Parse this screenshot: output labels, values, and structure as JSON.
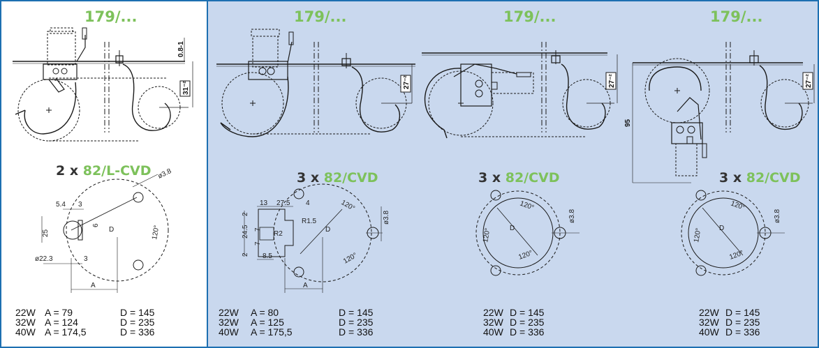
{
  "panels": [
    {
      "model": "179/...",
      "fitting_count": "2 x",
      "fitting_code": "82/L-CVD",
      "annotations": {
        "plate": "0.8-1",
        "height": "31⁻²",
        "d1": "5.4",
        "d2": "3",
        "d3": "6",
        "d4": "25",
        "d5": "ø22.3",
        "d6": "3",
        "a": "A",
        "d": "D",
        "hole": "ø3.8",
        "angle": "120°"
      },
      "rows": [
        {
          "power": "22W",
          "a": "A = 79",
          "d": "D = 145"
        },
        {
          "power": "32W",
          "a": "A = 124",
          "d": "D = 235"
        },
        {
          "power": "40W",
          "a": "A = 174,5",
          "d": "D = 336"
        }
      ]
    },
    {
      "model": "179/...",
      "fitting_count": "3 x",
      "fitting_code": "82/CVD",
      "annotations": {
        "height": "27⁻²",
        "d1": "13",
        "d2": "27.5",
        "d3": "4",
        "d4": "2",
        "d5": "24.5",
        "d6": "7",
        "d7": "7",
        "d8": "2",
        "d9": "8.5",
        "r1": "R1.5",
        "r2": "R2",
        "a": "A",
        "d": "D",
        "hole": "ø3.8",
        "angle1": "120°",
        "angle2": "120°"
      },
      "rows": [
        {
          "power": "22W",
          "a": "A = 80",
          "d": "D = 145"
        },
        {
          "power": "32W",
          "a": "A = 125",
          "d": "D = 235"
        },
        {
          "power": "40W",
          "a": "A = 175,5",
          "d": "D = 336"
        }
      ]
    },
    {
      "model": "179/...",
      "fitting_count": "3 x",
      "fitting_code": "82/CVD",
      "annotations": {
        "height": "27⁻²",
        "d": "D",
        "hole": "ø3.8",
        "angle1": "120°",
        "angle2": "120°",
        "angle3": "120°"
      },
      "rows": [
        {
          "power": "22W",
          "d": "D = 145"
        },
        {
          "power": "32W",
          "d": "D = 235"
        },
        {
          "power": "40W",
          "d": "D = 336"
        }
      ]
    },
    {
      "model": "179/...",
      "fitting_count": "3 x",
      "fitting_code": "82/CVD",
      "annotations": {
        "height": "27⁻²",
        "depth": "95",
        "d": "D",
        "hole": "ø3.8",
        "angle1": "120°",
        "angle2": "120°",
        "angle3": "120°"
      },
      "rows": [
        {
          "power": "22W",
          "d": "D = 145"
        },
        {
          "power": "32W",
          "d": "D = 235"
        },
        {
          "power": "40W",
          "d": "D = 336"
        }
      ]
    }
  ],
  "colors": {
    "frame": "#1d6fb1",
    "panel_blue": "#c9d8ee",
    "accent_green": "#7dc15b"
  }
}
